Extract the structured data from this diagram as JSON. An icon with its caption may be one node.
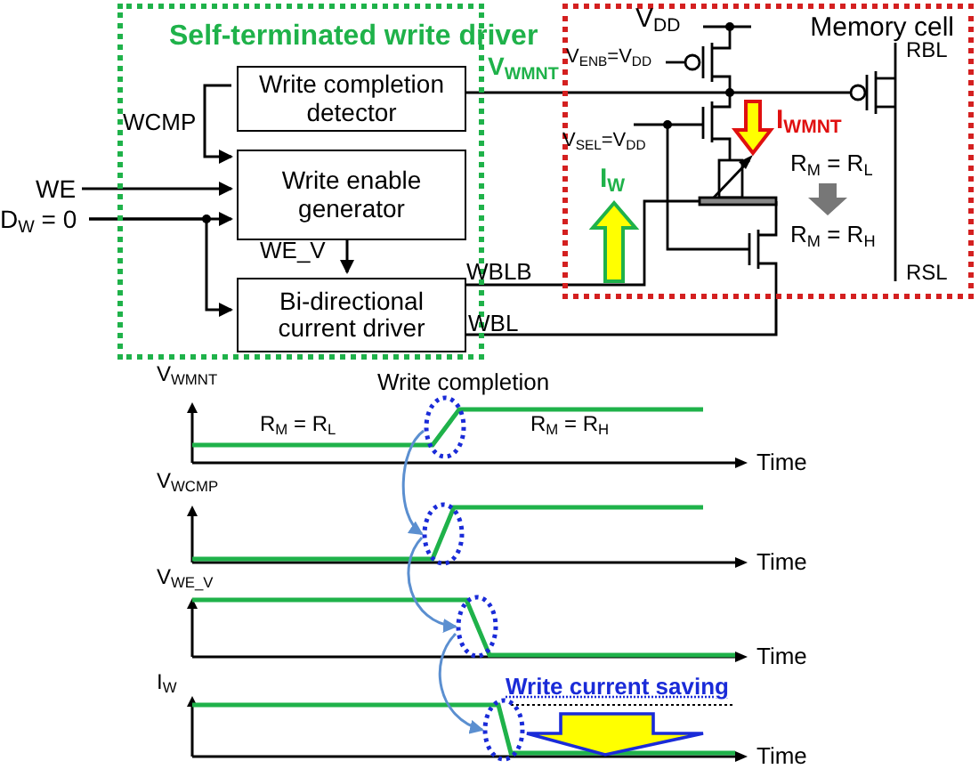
{
  "diagram": {
    "nodes": [
      {
        "text": [
          "Self-terminated write driver"
        ]
      },
      {
        "text": [
          "Write completion detector"
        ],
        "in": 0
      },
      {
        "text": [
          "Write enable generator"
        ],
        "in": 0
      },
      {
        "text": [
          "Bi-directional current driver"
        ],
        "in": 0
      },
      {
        "text": [
          "Memory cell"
        ]
      },
      {
        "text": [
          "WE"
        ]
      },
      {
        "text": [
          "D$_{W}$ = 0"
        ]
      },
      {
        "text": [],
        "shape": "circle",
        "beside": [
          "Write completion"
        ]
      },
      {
        "text": [],
        "shape": "circle"
      },
      {
        "text": [],
        "shape": "circle"
      },
      {
        "text": [],
        "shape": "circle"
      }
    ],
    "edges": [
      {
        "from": 1,
        "to": 2,
        "arrow": "to",
        "label": "WCMP"
      },
      {
        "from": 5,
        "to": 2,
        "arrow": "to"
      },
      {
        "from": 6,
        "to": 2,
        "arrow": "to"
      },
      {
        "from": 6,
        "to": 3,
        "arrow": "to"
      },
      {
        "from": 2,
        "to": 3,
        "arrow": "to",
        "label": "WE_V"
      },
      {
        "from": 4,
        "to": 1,
        "arrow": "none",
        "label": "V$_{WMNT}$"
      },
      {
        "from": 3,
        "to": 4,
        "arrow": "none",
        "label": "WBLB"
      },
      {
        "from": 3,
        "to": 4,
        "arrow": "none",
        "label": "WBL"
      },
      {
        "from": 7,
        "to": 8,
        "arrow": "to",
        "color": "#5b8fd0"
      },
      {
        "from": 8,
        "to": 9,
        "arrow": "to",
        "color": "#5b8fd0"
      },
      {
        "from": 9,
        "to": 10,
        "arrow": "to",
        "color": "#5b8fd0"
      }
    ],
    "labels": [
      "V$_{DD}$",
      "V$_{ENB}$=V$_{DD}$",
      "I$_{WMNT}$",
      "V$_{SEL}$=V$_{DD}$",
      "I$_{W}$",
      "R$_{M}$ = R$_{L}$",
      "R$_{M}$ = R$_{H}$",
      "RBL",
      "RSL",
      "V$_{WMNT}$",
      "R$_{M}$ = R$_{L}$",
      "R$_{M}$ = R$_{H}$",
      "Time",
      "V$_{WCMP}$",
      "Time",
      "V$_{WE_V}$",
      "Time",
      "I$_{W}$",
      "Write current saving",
      "Time"
    ]
  }
}
